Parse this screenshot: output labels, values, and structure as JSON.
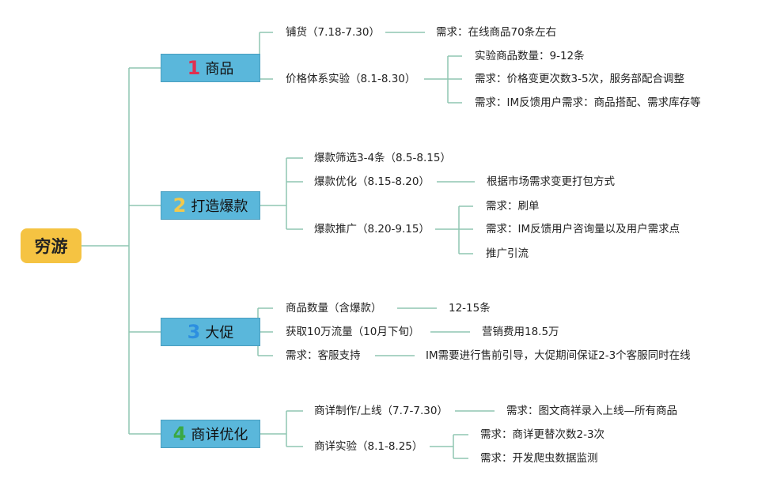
{
  "root": {
    "label": "穷游"
  },
  "colors": {
    "root_bg": "#f5c342",
    "category_bg": "#5ab7db",
    "line": "#8fc6b2",
    "num1": "#e03050",
    "num2": "#f2c94c",
    "num3": "#2d8fe0",
    "num4": "#3aa843"
  },
  "categories": [
    {
      "num": "1",
      "label": "商品",
      "items": [
        {
          "label": "铺货（7.18-7.30）",
          "children": [
            "需求：在线商品70条左右"
          ]
        },
        {
          "label": "价格体系实验（8.1-8.30）",
          "children": [
            "实验商品数量：9-12条",
            "需求：价格变更次数3-5次，服务部配合调整",
            "需求：IM反馈用户需求：商品搭配、需求库存等"
          ]
        }
      ]
    },
    {
      "num": "2",
      "label": "打造爆款",
      "items": [
        {
          "label": "爆款筛选3-4条（8.5-8.15）",
          "children": []
        },
        {
          "label": "爆款优化（8.15-8.20）",
          "children": [
            "根据市场需求变更打包方式"
          ]
        },
        {
          "label": "爆款推广（8.20-9.15）",
          "children": [
            "需求：刷单",
            "需求：IM反馈用户咨询量以及用户需求点",
            "推广引流"
          ]
        }
      ]
    },
    {
      "num": "3",
      "label": "大促",
      "items": [
        {
          "label": "商品数量（含爆款）",
          "children": [
            "12-15条"
          ]
        },
        {
          "label": "获取10万流量（10月下旬）",
          "children": [
            "营销费用18.5万"
          ]
        },
        {
          "label": "需求：客服支持",
          "children": [
            "IM需要进行售前引导，大促期间保证2-3个客服同时在线"
          ]
        }
      ]
    },
    {
      "num": "4",
      "label": "商详优化",
      "items": [
        {
          "label": "商详制作/上线（7.7-7.30）",
          "children": [
            "需求：图文商祥录入上线—所有商品"
          ]
        },
        {
          "label": "商详实验（8.1-8.25）",
          "children": [
            "需求：商详更替次数2-3次",
            "需求：开发爬虫数据监测"
          ]
        }
      ]
    }
  ]
}
